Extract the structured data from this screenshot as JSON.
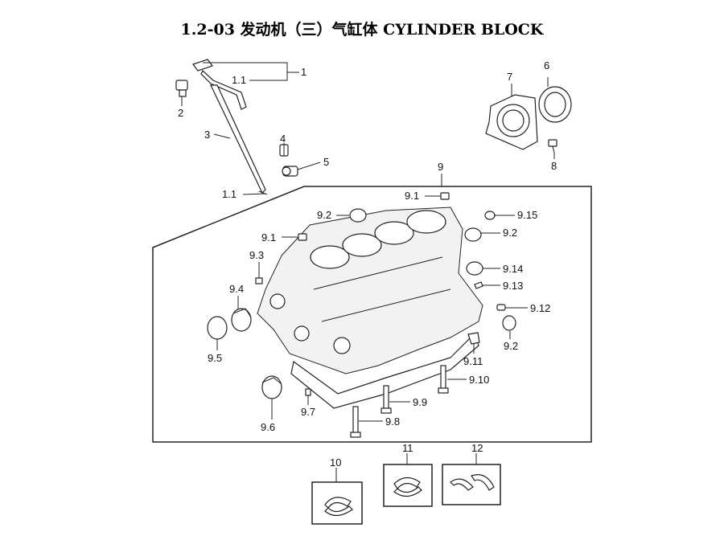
{
  "title": "1.2-03  发动机（三）气缸体 CYLINDER BLOCK",
  "callouts": {
    "c1": "1",
    "c1_1a": "1.1",
    "c1_1b": "1.1",
    "c2": "2",
    "c3": "3",
    "c4": "4",
    "c5": "5",
    "c6": "6",
    "c7": "7",
    "c8": "8",
    "c9": "9",
    "c9_1a": "9.1",
    "c9_1b": "9.1",
    "c9_2a": "9.2",
    "c9_2b": "9.2",
    "c9_2c": "9.2",
    "c9_3": "9.3",
    "c9_4": "9.4",
    "c9_5": "9.5",
    "c9_6": "9.6",
    "c9_7": "9.7",
    "c9_8": "9.8",
    "c9_9": "9.9",
    "c9_10": "9.10",
    "c9_11": "9.11",
    "c9_12": "9.12",
    "c9_13": "9.13",
    "c9_14": "9.14",
    "c9_15": "9.15",
    "c10": "10",
    "c11": "11",
    "c12": "12"
  }
}
